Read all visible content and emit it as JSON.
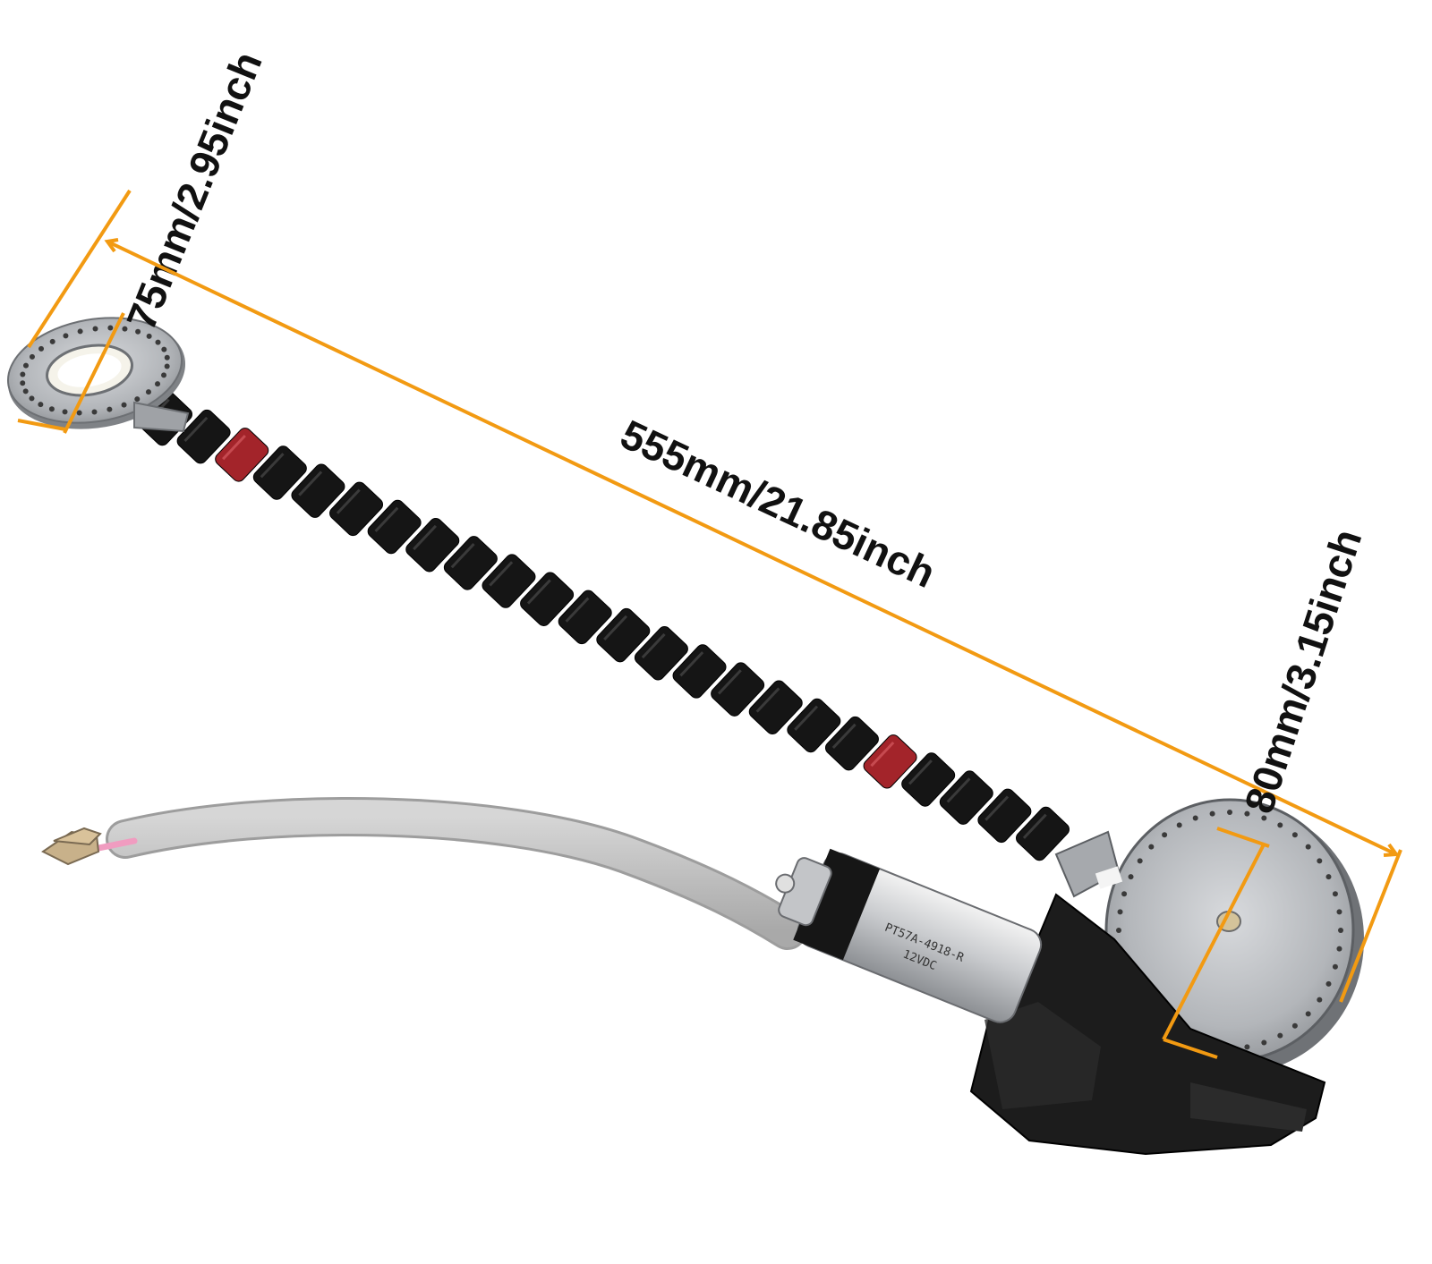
{
  "product": {
    "name": "power-antenna-motor-assembly"
  },
  "dimensions": {
    "ring_diameter": "75mm/2.95inch",
    "chain_length": "555mm/21.85inch",
    "gear_plate_diameter": "80mm/3.15inch"
  },
  "motor_label": {
    "part_number": "PT57A-4918-R",
    "voltage": "12VDC"
  },
  "colors": {
    "background": "#ffffff",
    "dimension_line": "#f29a12",
    "chain_link": "#151515",
    "marker_link": "#a3242a",
    "metal": "#b9bcc0",
    "housing": "#1c1c1c",
    "cable": "#c4c4c4",
    "wire": "#f09cc0",
    "dimension_text": "#111111"
  },
  "icons": {
    "chain_marker": "red-marker-link",
    "connector": "spade-terminal"
  }
}
